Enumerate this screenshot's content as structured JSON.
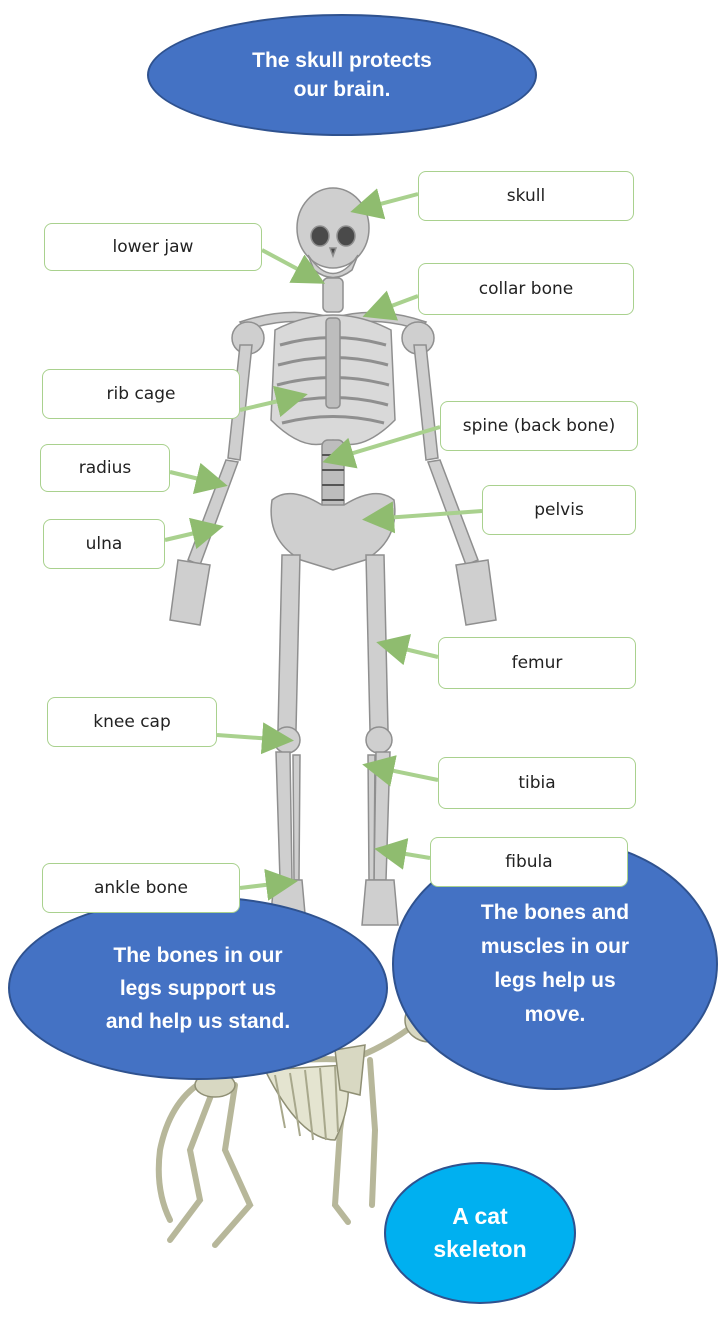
{
  "bubbles": {
    "skull": "The skull protects\nour brain.",
    "support": "The bones in our\nlegs support us\nand help us stand.",
    "move": "The bones and\nmuscles in our\nlegs help us\nmove.",
    "cat": "A cat\nskeleton"
  },
  "labels": {
    "skull": "skull",
    "lower_jaw": "lower jaw",
    "collar_bone": "collar bone",
    "rib_cage": "rib cage",
    "spine": "spine (back bone)",
    "radius": "radius",
    "ulna": "ulna",
    "pelvis": "pelvis",
    "femur": "femur",
    "knee_cap": "knee cap",
    "tibia": "tibia",
    "fibula": "fibula",
    "ankle_bone": "ankle bone"
  },
  "colors": {
    "bubble_blue": "#4472c4",
    "bubble_cyan": "#00b0f0",
    "arrow_green": "#a9d18e",
    "bone_grey": "#c9c9c9"
  }
}
